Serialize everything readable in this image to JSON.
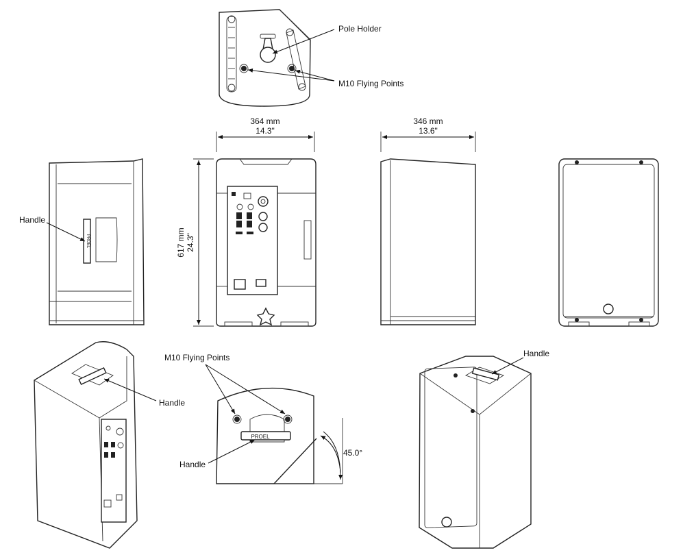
{
  "labels": {
    "pole_holder": "Pole Holder",
    "m10_top": "M10 Flying Points",
    "m10_detail": "M10 Flying Points",
    "handle_side": "Handle",
    "handle_iso_left": "Handle",
    "handle_detail": "Handle",
    "handle_iso_right": "Handle",
    "angle": "45.0°"
  },
  "dimensions": {
    "width_mm": "364 mm",
    "width_in": "14.3\"",
    "depth_mm": "346 mm",
    "depth_in": "13.6\"",
    "height_mm": "617 mm",
    "height_in": "24.3\""
  },
  "brand_mark": "PROEL"
}
